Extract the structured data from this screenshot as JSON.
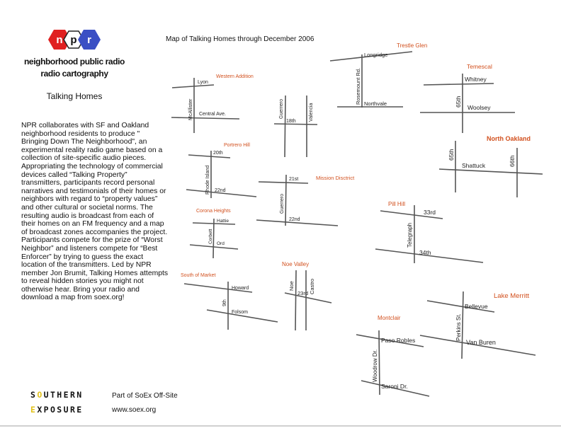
{
  "logo": {
    "letters": [
      "n",
      "p",
      "r"
    ],
    "colors": [
      "#e02020",
      "#ffffff",
      "#3a4fc4"
    ]
  },
  "header": {
    "org_line1": "neighborhood public radio",
    "org_line2": "radio cartography",
    "project_title": "Talking Homes"
  },
  "description": "NPR collaborates with SF and Oakland neighborhood residents to produce \" Bringing Down The Neighborhood\", an experimental reality radio game based on a collection of site-specific audio pieces. Appropriating the technology of commercial devices called “Talking Property” transmitters, participants record personal narratives and testimonials of their homes or neighbors with regard to “property values” and other cultural or societal norms. The resulting audio is broadcast from each of their homes on an FM frequency and a map of broadcast zones accompanies the project. Participants compete for the prize of “Worst Neighbor” and listeners compete for “Best Enforcer” by trying to guess the exact location of the transmitters. Led by NPR member Jon Brumit, Talking Homes attempts to reveal hidden stories you might not otherwise hear. Bring your radio and download a map from soex.org!",
  "map_title": "Map of Talking Homes through December 2006",
  "neighborhoods": {
    "western_addition": "Western Addition",
    "potrero_hill": "Portrero Hill",
    "corona_heights": "Corona Heights",
    "south_of_market": "South of Market",
    "mission": "Mission Disctrict",
    "noe_valley": "Noe Valley",
    "trestle_glen": "Trestle Glen",
    "temescal": "Temescal",
    "north_oakland": "North Oakland",
    "pill_hill": "Pill Hill",
    "lake_merritt": "Lake Merritt",
    "montclair": "Montclair"
  },
  "streets": {
    "lyon": "Lyon",
    "mcallister": "McAllister",
    "central": "Central Ave.",
    "guerrero_18": "Guerrero",
    "valencia": "Valencia",
    "18th": "18th",
    "20th": "20th",
    "rhode_island": "Rhode Island",
    "22nd_potrero": "22nd",
    "21st": "21st",
    "guerrero_mission": "Guerrero",
    "22nd_mission": "22nd",
    "hattie": "Hattie",
    "corbett": "Corbett",
    "ord": "Ord",
    "howard": "Howard",
    "9th": "9th",
    "folsom": "Folsom",
    "noe": "Noe",
    "23rd": "23rd",
    "castro": "Castro",
    "longridge": "Longridge",
    "rosemount": "Rosemount Rd.",
    "northvale": "Northvale",
    "whitney": "Whitney",
    "65th_temescal": "65th",
    "woolsey": "Woolsey",
    "65th_north": "65th",
    "66th": "66th",
    "shattuck": "Shattuck",
    "33rd": "33rd",
    "telegraph": "Telegraph",
    "34th": "34th",
    "bellevue": "Bellevue",
    "perkins": "Perkins St.",
    "van_buren": "Van Buren",
    "paso_robles": "Paso Robles",
    "woodrow": "Woodrow Dr.",
    "saroni": "Saroni Dr."
  },
  "sponsor": {
    "line1": "S",
    "line1_mark": "O",
    "line1_rest": "UTHERN",
    "line2_mark": "E",
    "line2_rest": "XPOSURE",
    "part_of": "Part of  SoEx Off-Site",
    "url": "www.soex.org"
  }
}
